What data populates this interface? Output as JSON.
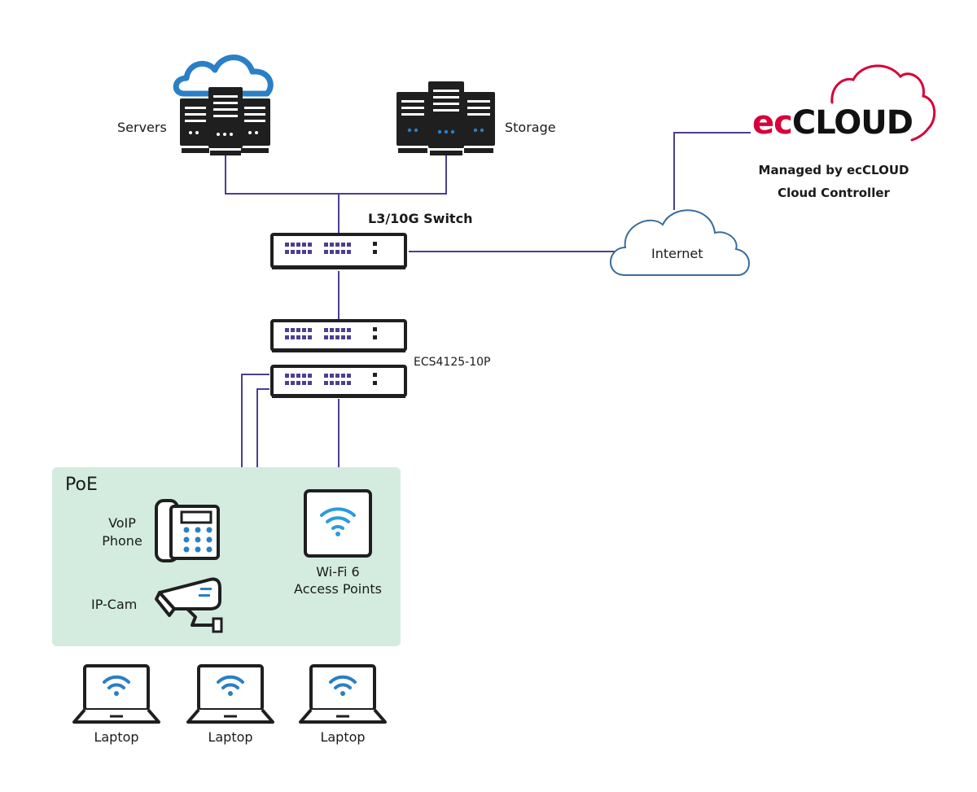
{
  "labels": {
    "servers": "Servers",
    "storage": "Storage",
    "l3_switch": "L3/10G Switch",
    "ecs_switch": "ECS4125-10P",
    "internet": "Internet",
    "managed_line1": "Managed by ecCLOUD",
    "managed_line2": "Cloud Controller",
    "poe": "PoE",
    "voip_line1": "VoIP",
    "voip_line2": "Phone",
    "ipcam": "IP-Cam",
    "wifi_line1": "Wi-Fi 6",
    "wifi_line2": "Access Points",
    "laptop1": "Laptop",
    "laptop2": "Laptop",
    "laptop3": "Laptop"
  },
  "logo": {
    "prefix": "ec",
    "suffix": "CLOUD"
  },
  "colors": {
    "link": "#4b3f8f",
    "device": "#1f1f1f",
    "port": "#4b3f8f",
    "cloud_stroke": "#2a7fc6",
    "internet_stroke": "#3a6c9c",
    "brand_red": "#d6003a",
    "poe_bg": "#d4ece0",
    "wifi": "#2a9be0"
  }
}
